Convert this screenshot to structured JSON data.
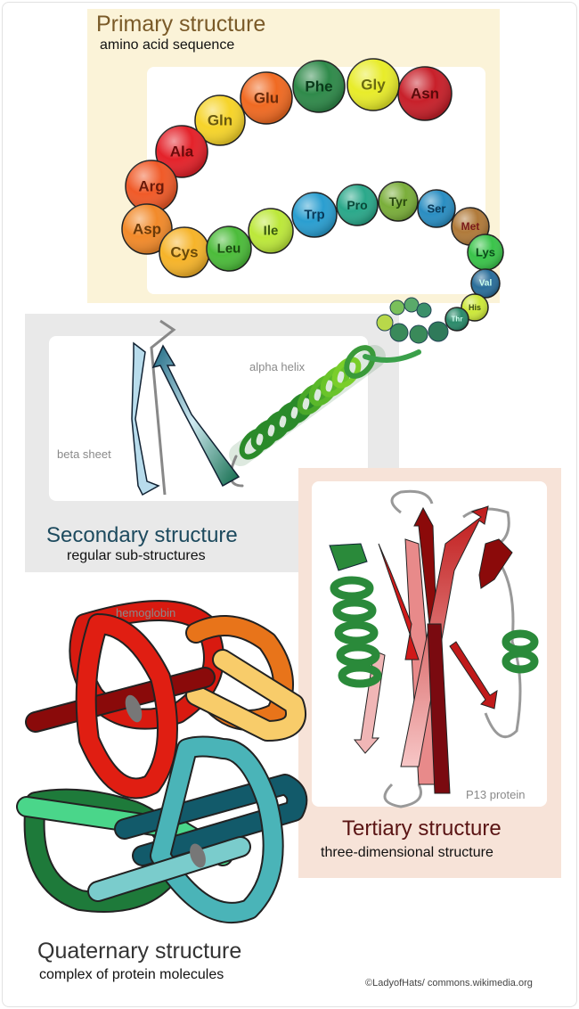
{
  "primary": {
    "title": "Primary structure",
    "subtitle": "amino acid sequence",
    "amino_acids": [
      {
        "label": "Asn",
        "color": "#c8202a"
      },
      {
        "label": "Gly",
        "color": "#e8ec2a"
      },
      {
        "label": "Phe",
        "color": "#2f8a4a"
      },
      {
        "label": "Glu",
        "color": "#f06a22"
      },
      {
        "label": "Gln",
        "color": "#f6d42a"
      },
      {
        "label": "Ala",
        "color": "#e4222a"
      },
      {
        "label": "Arg",
        "color": "#f05a28"
      },
      {
        "label": "Asp",
        "color": "#f28a2a"
      },
      {
        "label": "Cys",
        "color": "#f6b42a"
      },
      {
        "label": "Leu",
        "color": "#4cbc3a"
      },
      {
        "label": "Ile",
        "color": "#bce83a"
      },
      {
        "label": "Trp",
        "color": "#2a9ed0"
      },
      {
        "label": "Pro",
        "color": "#2aa88a"
      },
      {
        "label": "Tyr",
        "color": "#7aae3a"
      },
      {
        "label": "Ser",
        "color": "#2a8ec2"
      },
      {
        "label": "Met",
        "color": "#b07a3a"
      },
      {
        "label": "Lys",
        "color": "#3ac44a"
      },
      {
        "label": "Val",
        "color": "#2a6e9a"
      },
      {
        "label": "His",
        "color": "#cce83a"
      },
      {
        "label": "Thr",
        "color": "#2a8a6a"
      }
    ]
  },
  "secondary": {
    "title": "Secondary structure",
    "subtitle": "regular sub-structures",
    "label_alpha": "alpha helix",
    "label_beta": "beta sheet"
  },
  "tertiary": {
    "title": "Tertiary structure",
    "subtitle": "three-dimensional structure",
    "label_protein": "P13 protein"
  },
  "quaternary": {
    "title": "Quaternary structure",
    "subtitle": "complex of protein molecules",
    "label_protein": "hemoglobin"
  },
  "credit": "©LadyofHats/ commons.wikimedia.org"
}
